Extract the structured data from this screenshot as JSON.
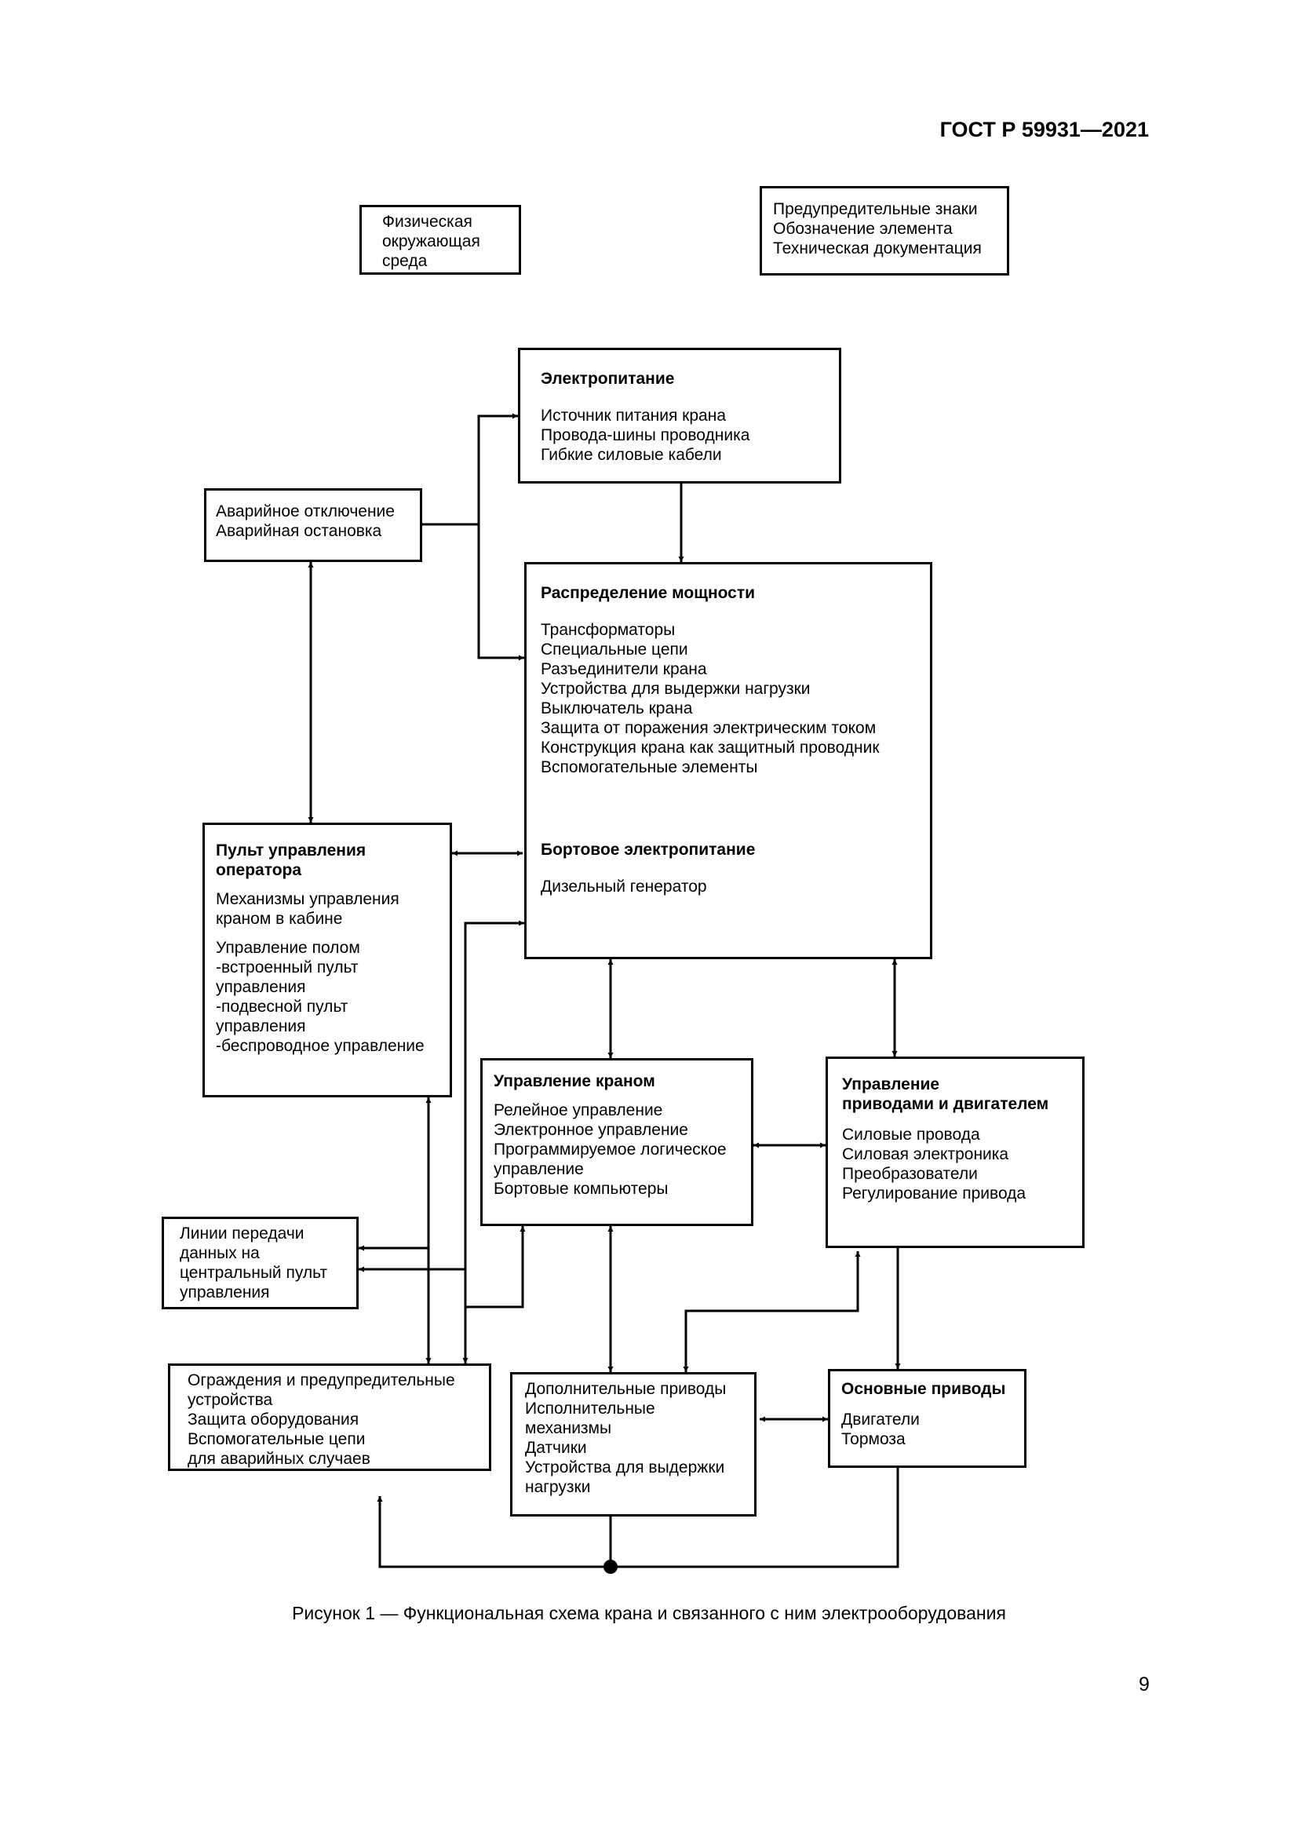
{
  "header": {
    "doc_id": "ГОСТ Р 59931—2021"
  },
  "boxes": {
    "physical_env": {
      "lines": [
        "Физическая",
        "окружающая",
        "среда"
      ]
    },
    "documentation": {
      "lines": [
        "Предупредительные знаки",
        "Обозначение элемента",
        "Техническая документация"
      ]
    },
    "power_supply": {
      "title": "Электропитание",
      "lines": [
        "Источник питания крана",
        "Провода-шины проводника",
        "Гибкие силовые кабели"
      ]
    },
    "emergency": {
      "lines": [
        "Аварийное отключение",
        "Аварийная остановка"
      ]
    },
    "power_distribution": {
      "title": "Распределение мощности",
      "lines": [
        "Трансформаторы",
        "Специальные цепи",
        "Разъединители крана",
        "Устройства для выдержки нагрузки",
        "Выключатель крана",
        "Защита от поражения электрическим током",
        "Конструкция крана как защитный проводник",
        "Вспомогательные элементы"
      ],
      "onboard_title": "Бортовое электропитание",
      "onboard_lines": [
        "Дизельный генератор"
      ]
    },
    "operator_panel": {
      "title_lines": [
        "Пульт управления",
        "оператора"
      ],
      "lines_a": [
        "Механизмы управления",
        "краном в кабине"
      ],
      "lines_b": [
        "Управление полом",
        "-встроенный пульт",
        "управления",
        "-подвесной пульт",
        "управления",
        "-беспроводное управление"
      ]
    },
    "crane_control": {
      "title": "Управление краном",
      "lines": [
        "Релейное управление",
        "Электронное управление",
        "Программируемое логическое",
        "управление",
        "Бортовые компьютеры"
      ]
    },
    "drive_control": {
      "title_lines": [
        "Управление",
        "приводами и двигателем"
      ],
      "lines": [
        "Силовые провода",
        "Силовая электроника",
        "Преобразователи",
        "Регулирование привода"
      ]
    },
    "data_lines": {
      "lines": [
        "Линии передачи",
        "данных на",
        "центральный пульт",
        "управления"
      ]
    },
    "guards": {
      "lines": [
        "Ограждения и предупредительные",
        "устройства",
        "Защита оборудования",
        "Вспомогательные цепи",
        "для аварийных случаев"
      ]
    },
    "aux_drives": {
      "lines": [
        "Дополнительные приводы",
        "Исполнительные",
        "механизмы",
        "Датчики",
        "Устройства для выдержки",
        "нагрузки"
      ]
    },
    "main_drives": {
      "title": "Основные приводы",
      "lines": [
        "Двигатели",
        "Тормоза"
      ]
    }
  },
  "caption": "Рисунок 1 — Функциональная схема крана и связанного с ним электрооборудования",
  "page_number": "9"
}
